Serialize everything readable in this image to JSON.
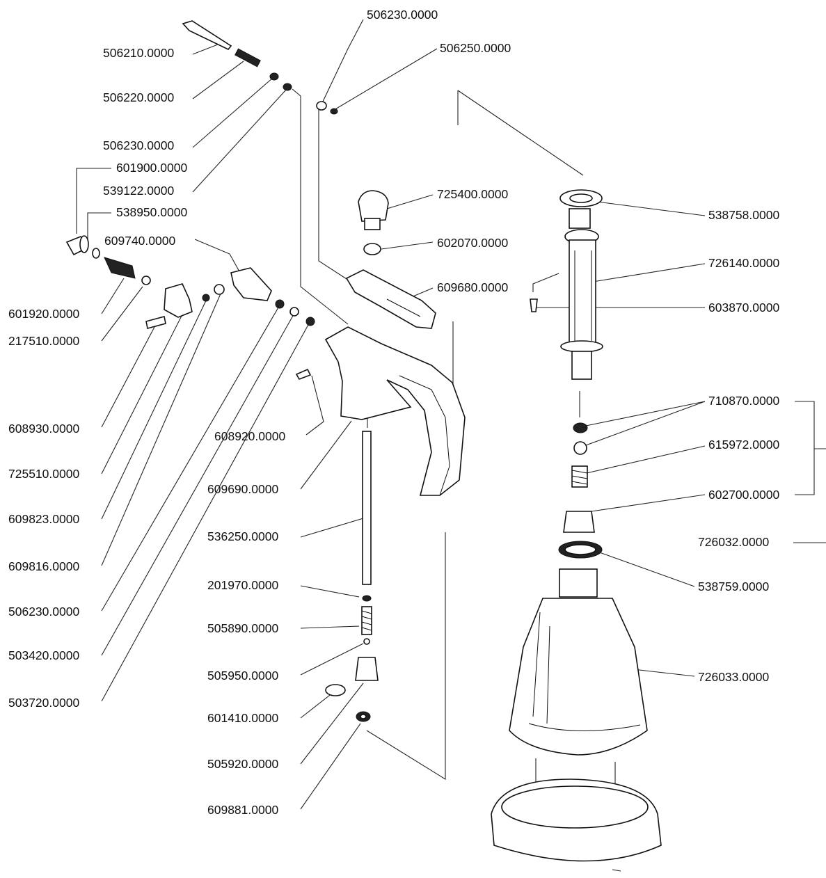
{
  "diagram": {
    "labels": {
      "p506210": "506210.0000",
      "p506220": "506220.0000",
      "p506230a": "506230.0000",
      "p539122": "539122.0000",
      "p601900": "601900.0000",
      "p538950": "538950.0000",
      "p609740": "609740.0000",
      "p601920": "601920.0000",
      "p217510": "217510.0000",
      "p608930": "608930.0000",
      "p725510": "725510.0000",
      "p609823": "609823.0000",
      "p609816": "609816.0000",
      "p506230b": "506230.0000",
      "p503420": "503420.0000",
      "p503720": "503720.0000",
      "p506230c": "506230.0000",
      "p506250": "506250.0000",
      "p725400": "725400.0000",
      "p602070": "602070.0000",
      "p609680": "609680.0000",
      "p608920": "608920.0000",
      "p609690": "609690.0000",
      "p536250": "536250.0000",
      "p201970": "201970.0000",
      "p505890": "505890.0000",
      "p505950": "505950.0000",
      "p601410": "601410.0000",
      "p505920": "505920.0000",
      "p609881": "609881.0000",
      "p538758": "538758.0000",
      "p726140": "726140.0000",
      "p603870": "603870.0000",
      "p710870": "710870.0000",
      "p615972": "615972.0000",
      "p602700": "602700.0000",
      "p726032": "726032.0000",
      "p538759": "538759.0000",
      "p726033": "726033.0000"
    }
  }
}
